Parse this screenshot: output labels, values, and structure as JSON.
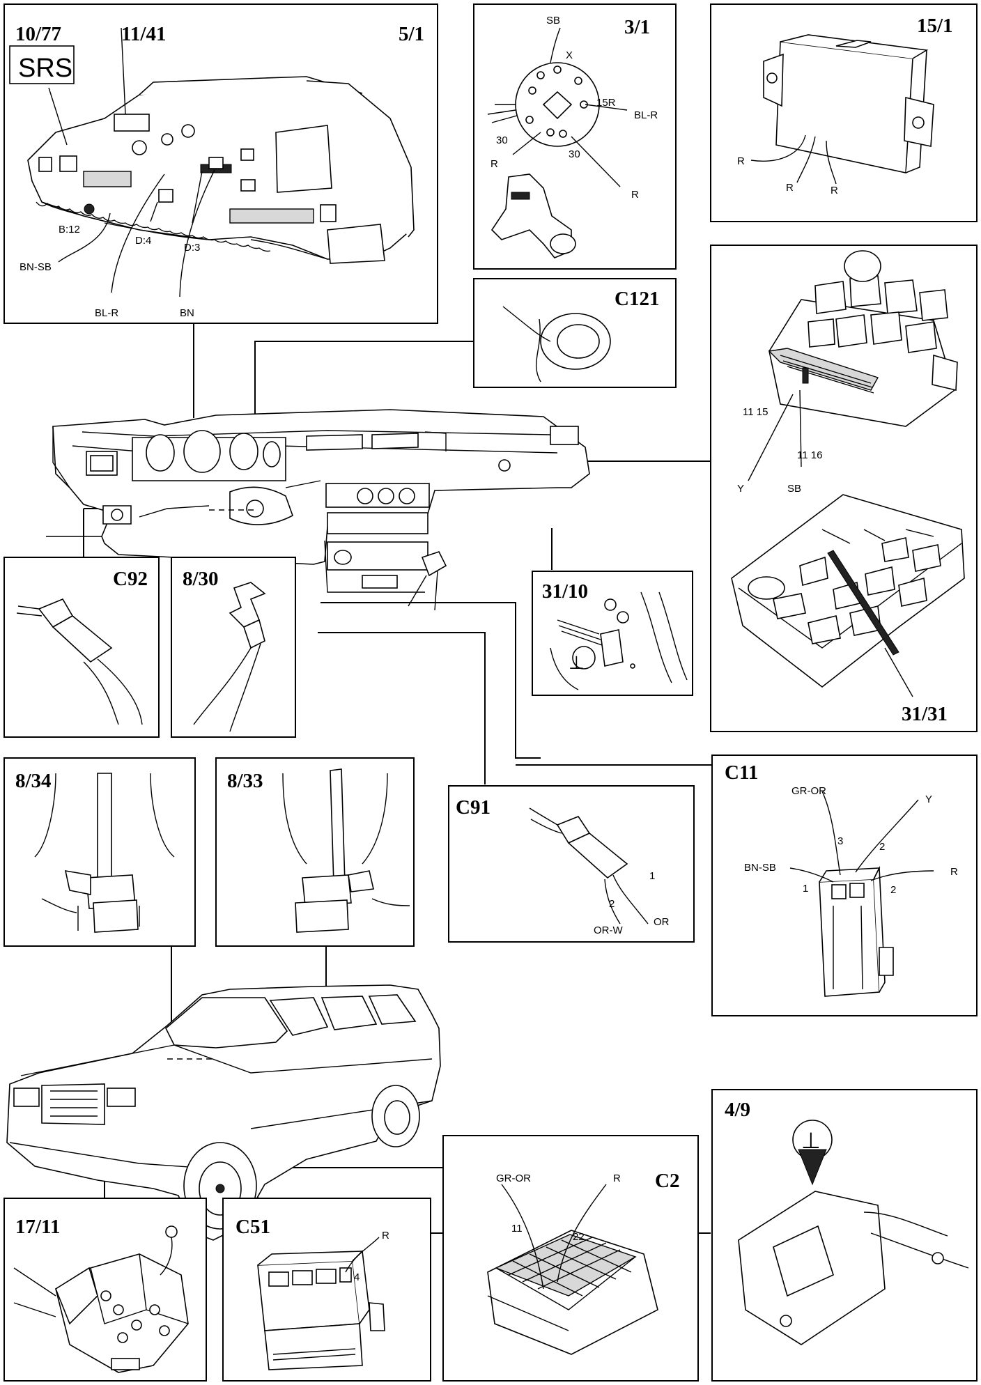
{
  "panels": {
    "p10_77": {
      "code": "10/77",
      "badge": "SRS"
    },
    "p11_41": {
      "code": "11/41"
    },
    "p5_1": {
      "code": "5/1",
      "labels": {
        "b12": "B:12",
        "bn_sb": "BN-SB",
        "d4": "D:4",
        "d3": "D:3",
        "bl_r": "BL-R",
        "bn": "BN"
      }
    },
    "p3_1": {
      "code": "3/1",
      "labels": {
        "sb": "SB",
        "x": "X",
        "r15": "15R",
        "bl_r": "BL-R",
        "t30a": "30",
        "r_a": "R",
        "t30b": "30",
        "r_b": "R"
      }
    },
    "p15_1": {
      "code": "15/1",
      "labels": {
        "r1": "R",
        "r2": "R",
        "r3": "R"
      }
    },
    "c121": {
      "code": "C121"
    },
    "p31_31": {
      "code": "31/31",
      "labels": {
        "t1115": "11 15",
        "t1116": "11 16",
        "y": "Y",
        "sb": "SB"
      }
    },
    "c92": {
      "code": "C92"
    },
    "p8_30": {
      "code": "8/30"
    },
    "p31_10": {
      "code": "31/10"
    },
    "p8_34": {
      "code": "8/34"
    },
    "p8_33": {
      "code": "8/33"
    },
    "c91": {
      "code": "C91",
      "labels": {
        "n1": "1",
        "n2": "2",
        "or_w": "OR-W",
        "or": "OR"
      }
    },
    "c11": {
      "code": "C11",
      "labels": {
        "gr_or": "GR-OR",
        "y": "Y",
        "n3": "3",
        "n2a": "2",
        "bn_sb": "BN-SB",
        "n1": "1",
        "n2b": "2",
        "r": "R"
      }
    },
    "p4_9": {
      "code": "4/9"
    },
    "p17_11": {
      "code": "17/11"
    },
    "c51": {
      "code": "C51",
      "labels": {
        "r": "R",
        "n4": "4"
      }
    },
    "c2": {
      "code": "C2",
      "labels": {
        "gr_or": "GR-OR",
        "r": "R",
        "n11": "11",
        "n22": "22"
      }
    }
  },
  "symbols": {
    "ground": "⊥"
  }
}
